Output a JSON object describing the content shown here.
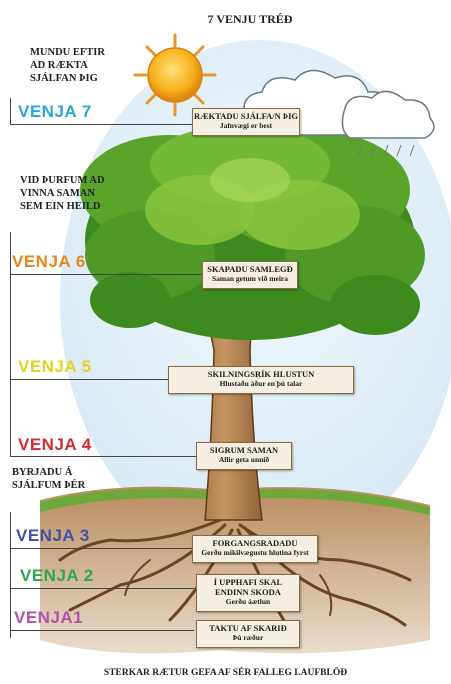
{
  "title": "7 VENJU TRÉÐ",
  "notes": {
    "top": [
      "MUNDU EFTIR",
      "AD RÆKTA",
      "SJÁLFAN ÞIG"
    ],
    "middle": [
      "VID ÞURFUM AD",
      "VINNA SAMAN",
      "SEM EIN HEILD"
    ],
    "lower": [
      "BYRJADU Á",
      "SJÁLFUM ÞÉR"
    ]
  },
  "habits": [
    {
      "label": "VENJA 7",
      "color": "#2aa7d8"
    },
    {
      "label": "VENJA 6",
      "color": "#e8841c"
    },
    {
      "label": "VENJA 5",
      "color": "#e2d320"
    },
    {
      "label": "VENJA 4",
      "color": "#d42b32"
    },
    {
      "label": "VENJA 3",
      "color": "#3f53a4"
    },
    {
      "label": "VENJA 2",
      "color": "#2ea84a"
    },
    {
      "label": "VENJA1",
      "color": "#b552a8"
    }
  ],
  "planks": [
    {
      "title": "RÆKTADU SJÁLFA/N ÞIG",
      "subtitle": "Jafnvægi er best"
    },
    {
      "title": "SKAPADU SAMLEGÐ",
      "subtitle": "Saman getum við meira"
    },
    {
      "title": "SKILNINGSRÍK HLUSTUN",
      "subtitle": "Hlustaðu áður en þú talar"
    },
    {
      "title": "SIGRUM SAMAN",
      "subtitle": "Allir geta unnið"
    },
    {
      "title": "FORGANGSRADADU",
      "subtitle": "Gerðu mikilvægustu hlutina fyrst"
    },
    {
      "title": "Í UPPHAFI SKAL ENDINN SKODA",
      "subtitle": "Gerðu áætlun"
    },
    {
      "title": "TAKTU AF SKARIÐ",
      "subtitle": "Þú ræður"
    }
  ],
  "footer": "STERKAR RÆTUR GEFA AF SÉR FALLEG LAUFBLÖÐ",
  "colors": {
    "sky": "#dfeef8",
    "sun": "#f6b21c",
    "foliage_dark": "#3d8a1f",
    "foliage_light": "#8cc63f",
    "trunk": "#b88552",
    "soil": "#8a5a34",
    "grass": "#6ca83a"
  }
}
